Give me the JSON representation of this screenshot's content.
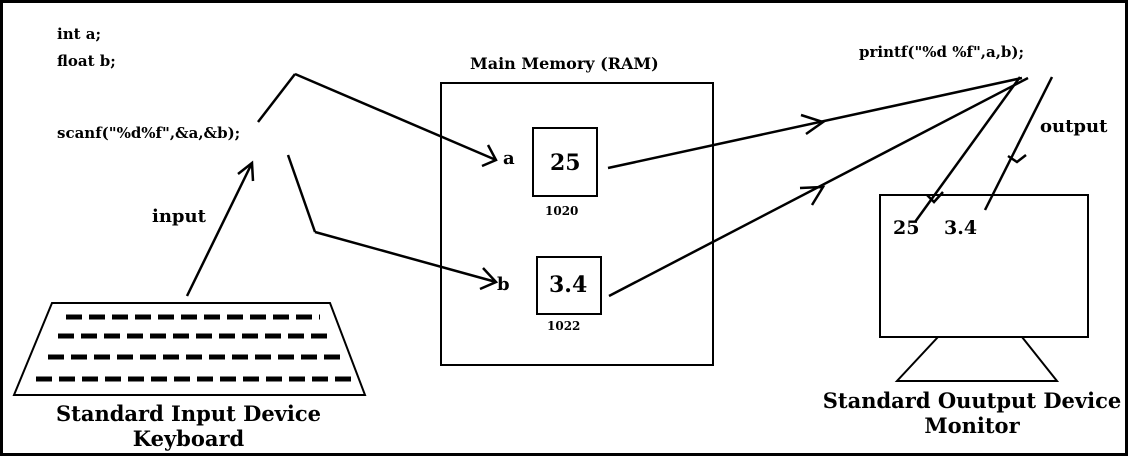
{
  "code": {
    "decl_int": "int a;",
    "decl_float": "float b;",
    "scanf": "scanf(\"%d%f\",&a,&b);",
    "printf": "printf(\"%d  %f\",a,b);"
  },
  "memory": {
    "title": "Main Memory (RAM)",
    "var_a": {
      "name": "a",
      "value": "25",
      "address": "1020"
    },
    "var_b": {
      "name": "b",
      "value": "3.4",
      "address": "1022"
    }
  },
  "flow": {
    "input_label": "input",
    "output_label": "output"
  },
  "input_device": {
    "title": "Standard Input Device",
    "subtitle": "Keyboard"
  },
  "output_device": {
    "title": "Standard Ouutput Device",
    "subtitle": "Monitor",
    "screen_value_a": "25",
    "screen_value_b": "3.4"
  }
}
